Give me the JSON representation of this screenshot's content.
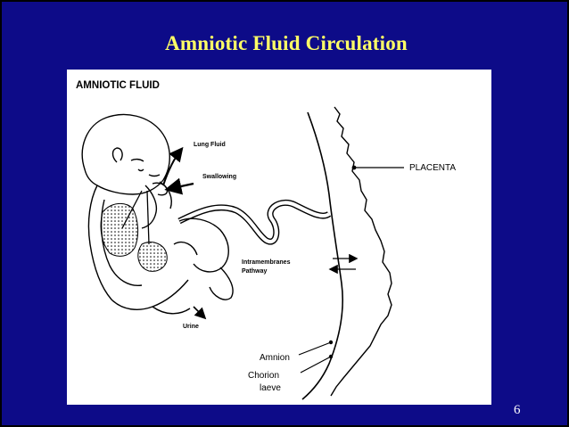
{
  "slide": {
    "title": "Amniotic Fluid Circulation",
    "page_number": "6",
    "background_color": "#0d0b88",
    "title_color": "#ffff66"
  },
  "diagram": {
    "heading": "AMNIOTIC FLUID",
    "labels": {
      "lung_fluid": "Lung Fluid",
      "swallowing": "Swallowing",
      "placenta": "PLACENTA",
      "intramembranes_line1": "Intramembranes",
      "intramembranes_line2": "Pathway",
      "urine": "Urine",
      "amnion": "Amnion",
      "chorion_line1": "Chorion",
      "chorion_line2": "laeve"
    }
  }
}
